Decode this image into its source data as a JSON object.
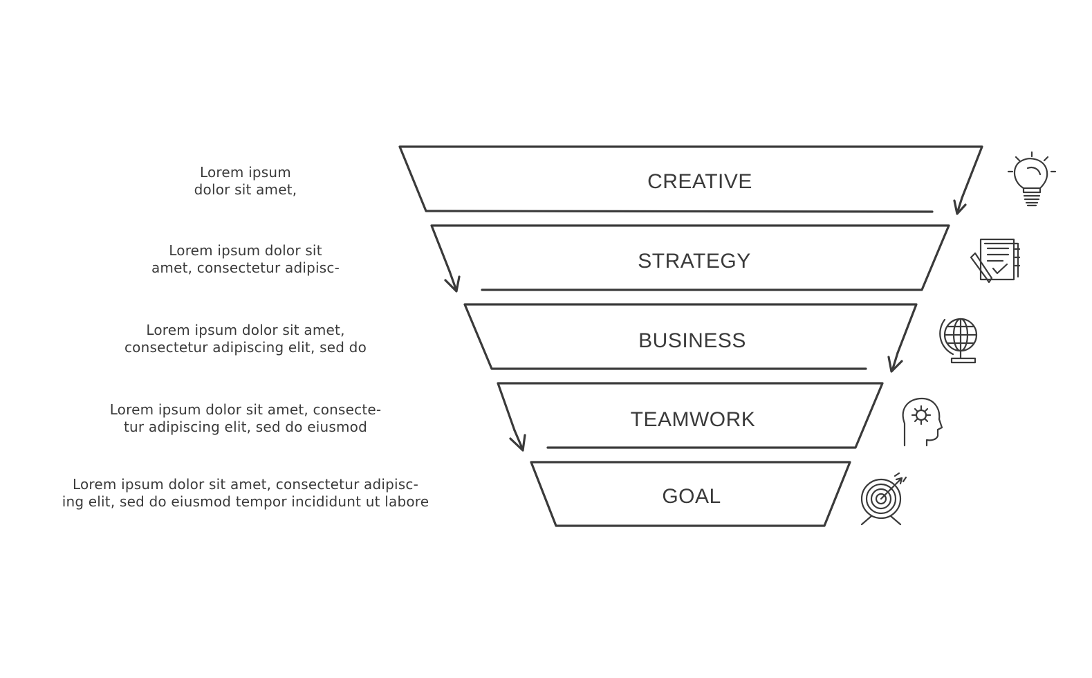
{
  "stages": [
    {
      "label": "CREATIVE",
      "icon": "lightbulb-icon",
      "description": [
        "Lorem ipsum",
        "dolor sit amet,"
      ]
    },
    {
      "label": "STRATEGY",
      "icon": "checklist-pen-icon",
      "description": [
        "Lorem ipsum dolor sit",
        "amet, consectetur adipisc-"
      ]
    },
    {
      "label": "BUSINESS",
      "icon": "globe-icon",
      "description": [
        "Lorem ipsum dolor sit amet,",
        "consectetur adipiscing elit, sed do"
      ]
    },
    {
      "label": "TEAMWORK",
      "icon": "head-gear-icon",
      "description": [
        "Lorem ipsum dolor sit amet, consecte-",
        "tur adipiscing elit, sed do eiusmod"
      ]
    },
    {
      "label": "GOAL",
      "icon": "target-arrow-icon",
      "description": [
        "Lorem ipsum dolor sit amet, consectetur adipisc-",
        "ing elit, sed do eiusmod tempor incididunt ut labore"
      ]
    }
  ],
  "colors": {
    "stroke": "#3a3a3a",
    "background": "#ffffff"
  }
}
